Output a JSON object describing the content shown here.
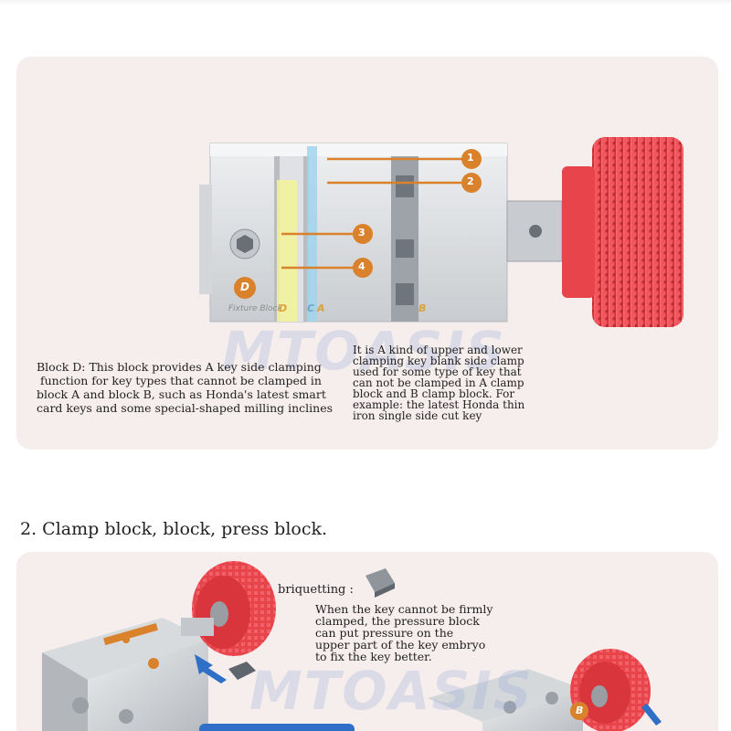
{
  "panel1": {
    "watermark": "MTOASIS",
    "callouts": [
      "1",
      "2",
      "3",
      "4"
    ],
    "block_badge": "D",
    "fixture_label": "Fixture Block",
    "column_letters": [
      "D",
      "C",
      "A",
      "B"
    ],
    "caption_left": [
      "Block D: This block provides A key side clamping",
      " function for key types that cannot be clamped in",
      "block A and block B, such as Honda's latest smart",
      "card keys and some special-shaped milling inclines"
    ],
    "caption_right": [
      "It is A kind of upper and lower",
      "clamping key blank side clamp",
      "used for some type of key that",
      "can not be clamped in A clamp",
      "block and B clamp block. For",
      "example: the latest Honda thin",
      "iron single side cut key"
    ]
  },
  "section2": {
    "heading": "2. Clamp block, block, press block."
  },
  "panel2": {
    "watermark": "MTOASIS",
    "briquetting_label": "briquetting :",
    "caption": [
      "When the key cannot be firmly",
      "clamped, the pressure block",
      "can put pressure on the",
      "upper part of the key embryo",
      "to fix the key better."
    ],
    "badge_b": "B",
    "colors": {
      "knob_red": "#e8444c",
      "panel_bg": "#f6eded",
      "callout_orange": "#d9822b",
      "arrow_blue": "#2f6fc7"
    }
  }
}
